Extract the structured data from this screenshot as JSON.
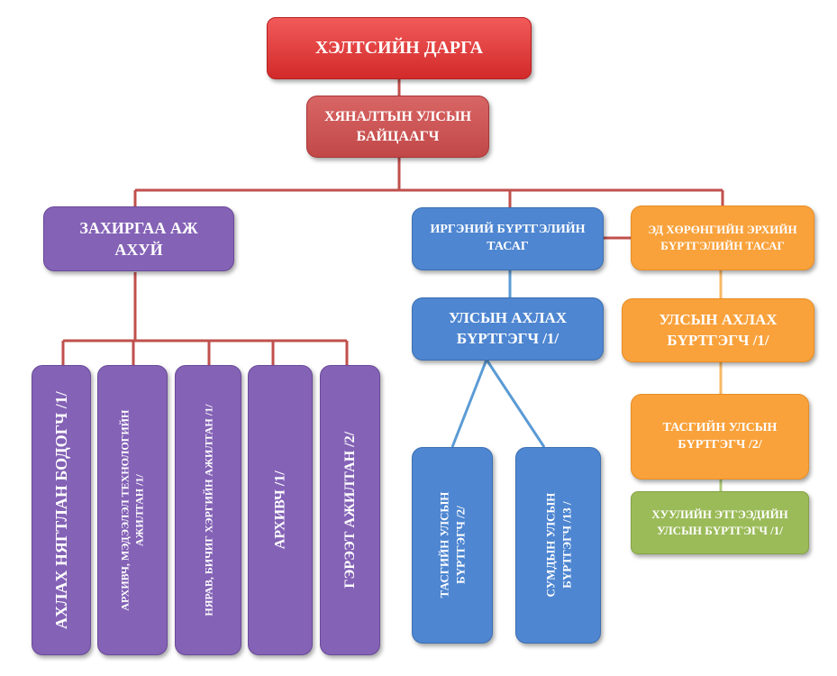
{
  "nodes": {
    "chairman": "ХЭЛТСИЙН ДАРГА",
    "inspector": "ХЯНАЛТЫН УЛСЫН БАЙЦААГЧ",
    "admin": "ЗАХИРГАА АЖ АХУЙ",
    "civil": "ИРГЭНИЙ БҮРТГЭЛИЙН ТАСАГ",
    "property": "ЭД ХӨРӨНГИЙН ЭРХИЙН БҮРТГЭЛИЙН ТАСАГ",
    "civil_senior": "УЛСЫН АХЛАХ БҮРТГЭГЧ /1/",
    "property_senior": "УЛСЫН АХЛАХ БҮРТГЭГЧ /1/",
    "property_registrar": "ТАСГИЙН УЛСЫН БҮРТГЭГЧ /2/",
    "legal_registrar": "ХУУЛИЙН ЭТГЭЭДИЙН УЛСЫН БҮРТГЭГЧ /1/",
    "chief_accountant": "АХЛАХ НЯГТЛАН БОДОГЧ /1/",
    "archivist_it": "АРХИВЧ, МЭДЭЭЛЭЛ ТЕХНОЛОГИЙН АЖИЛТАН /1/",
    "cashier": "НЯРАВ, БИЧИГ ХЭРГИЙН АЖИЛТАН /1/",
    "archivist": "АРХИВЧ /1/",
    "contract_staff": "ГЭРЭЭТ АЖИЛТАН /2/",
    "civil_dept_registrar": "ТАСГИЙН УЛСЫН БҮРТГЭГЧ /2/",
    "soum_registrar": "СУМДЫН УЛСЫН БҮРТГЭГЧ /13 /"
  },
  "colors": {
    "red": "#e03a3a",
    "purple": "#8462b6",
    "blue": "#4e86d1",
    "orange": "#f9a23c",
    "green": "#9bbb59",
    "line_red": "#c0504d",
    "line_blue": "#5b9bd5",
    "line_orange": "#f7b766",
    "line_green": "#b2cc7a"
  }
}
